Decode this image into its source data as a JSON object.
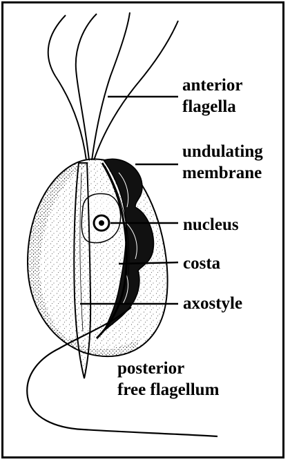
{
  "labels": {
    "anterior_flagella": {
      "line1": "anterior",
      "line2": "flagella"
    },
    "undulating_membrane": {
      "line1": "undulating",
      "line2": "membrane"
    },
    "nucleus": {
      "line1": "nucleus"
    },
    "costa": {
      "line1": "costa"
    },
    "axostyle": {
      "line1": "axostyle"
    },
    "posterior_free_flagellum": {
      "line1": "posterior",
      "line2": "free flagellum"
    }
  },
  "colors": {
    "ink": "#000000",
    "paper": "#ffffff",
    "stipple": "#222222"
  }
}
